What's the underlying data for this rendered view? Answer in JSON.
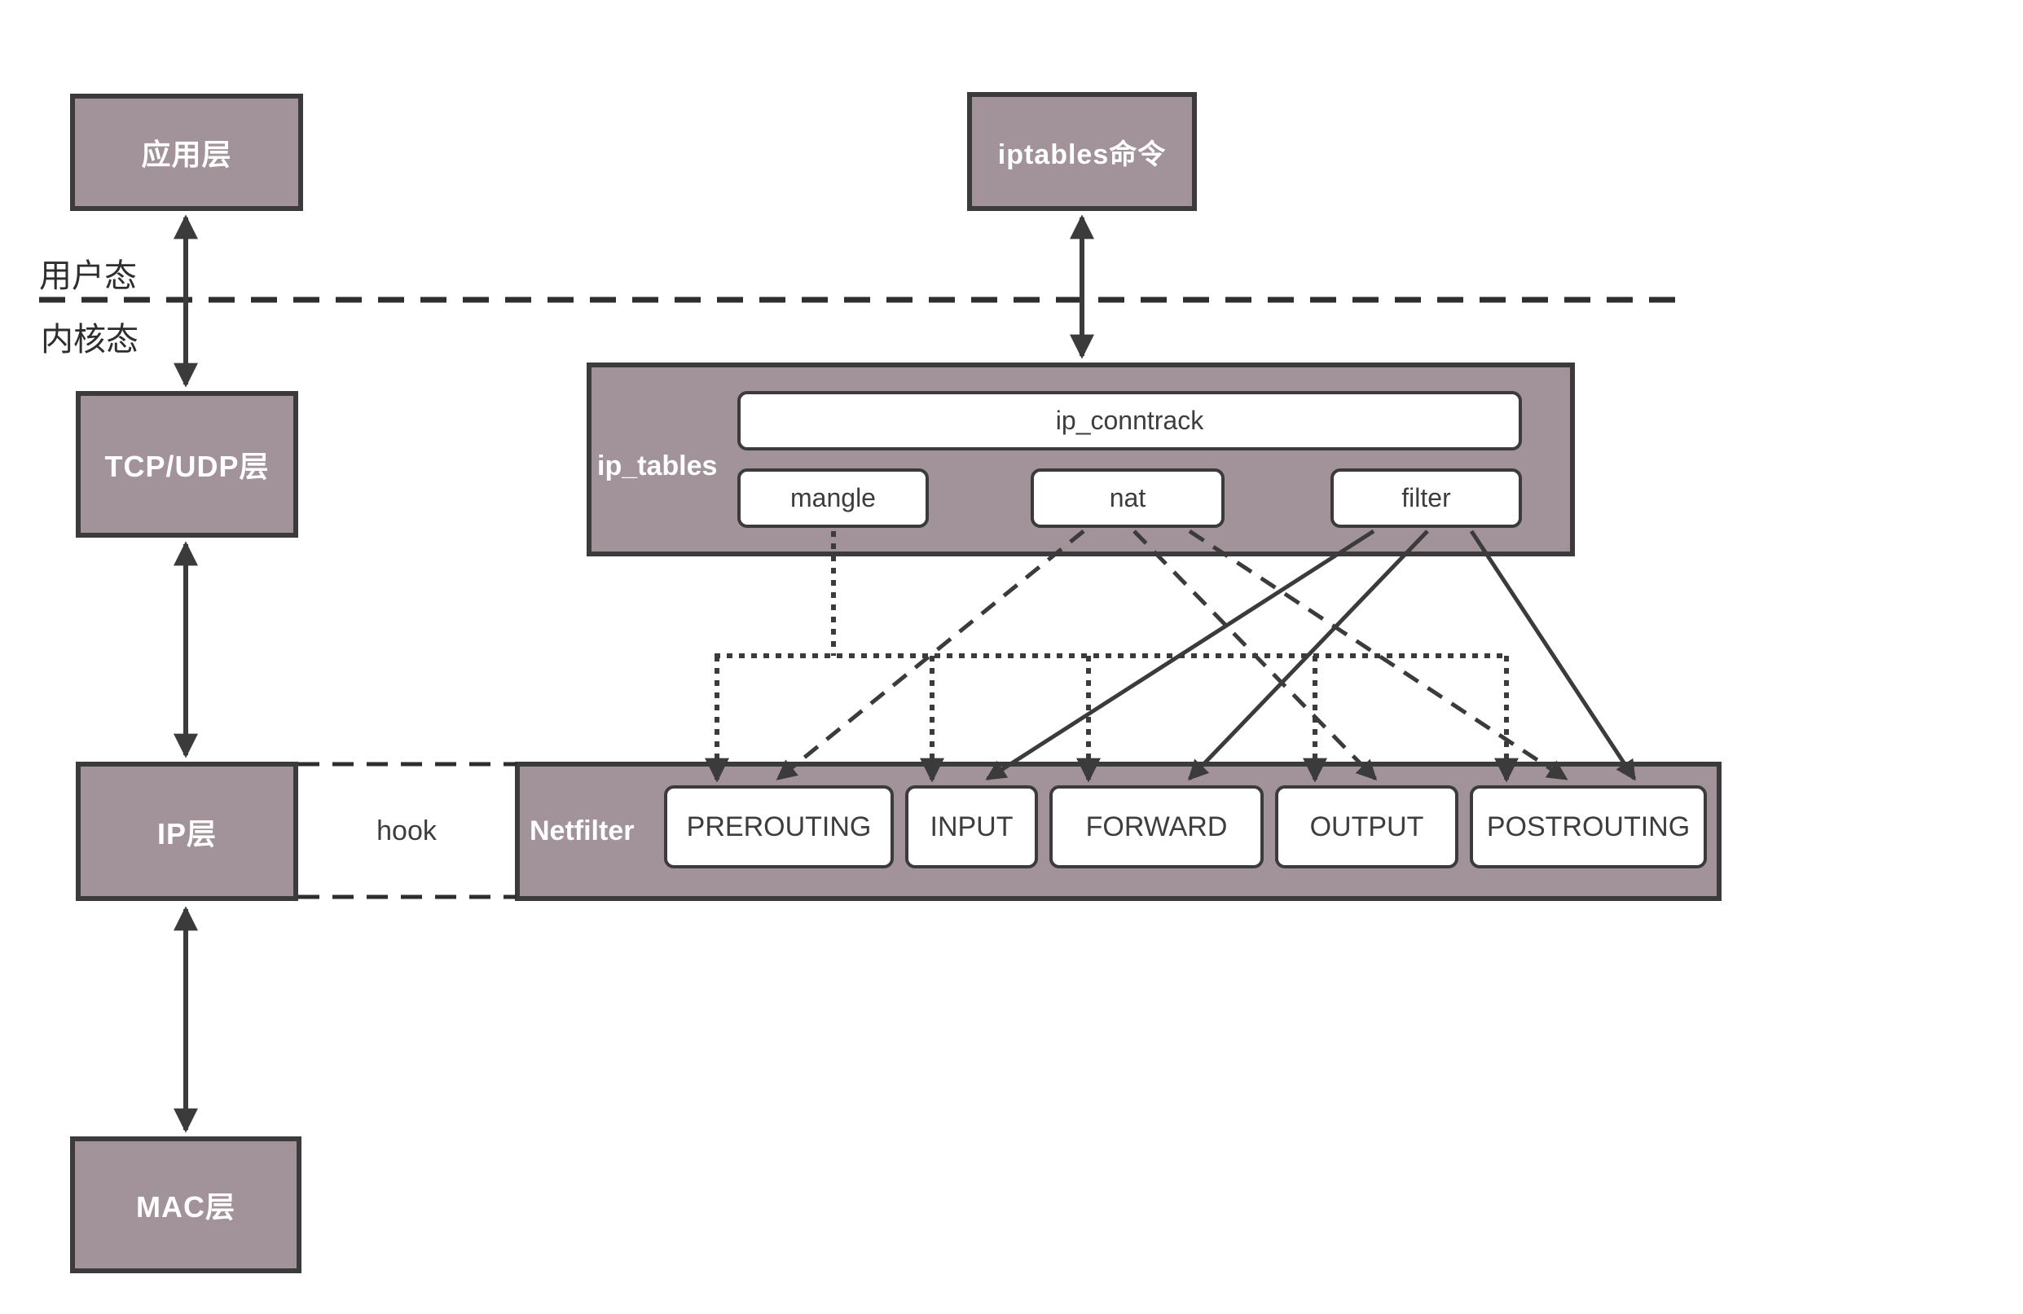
{
  "labels": {
    "user_mode": "用户态",
    "kernel_mode": "内核态",
    "hook": "hook"
  },
  "layers": {
    "app": "应用层",
    "tcp_udp": "TCP/UDP层",
    "ip": "IP层",
    "mac": "MAC层"
  },
  "iptables_command": "iptables命令",
  "ip_tables": {
    "label": "ip_tables",
    "conntrack": "ip_conntrack",
    "tables": [
      {
        "label": "mangle"
      },
      {
        "label": "nat"
      },
      {
        "label": "filter"
      }
    ]
  },
  "netfilter": {
    "label": "Netfilter",
    "chains": [
      {
        "label": "PREROUTING"
      },
      {
        "label": "INPUT"
      },
      {
        "label": "FORWARD"
      },
      {
        "label": "OUTPUT"
      },
      {
        "label": "POSTROUTING"
      }
    ]
  },
  "edges": [
    {
      "from": "应用层",
      "to": "TCP/UDP层",
      "style": "solid-double-arrow"
    },
    {
      "from": "TCP/UDP层",
      "to": "IP层",
      "style": "solid-double-arrow"
    },
    {
      "from": "IP层",
      "to": "MAC层",
      "style": "solid-double-arrow"
    },
    {
      "from": "iptables命令",
      "to": "ip_tables",
      "style": "solid-double-arrow"
    },
    {
      "from": "mangle",
      "to": [
        "PREROUTING",
        "INPUT",
        "FORWARD",
        "OUTPUT",
        "POSTROUTING"
      ],
      "style": "dotted"
    },
    {
      "from": "nat",
      "to": [
        "PREROUTING",
        "OUTPUT",
        "POSTROUTING"
      ],
      "style": "dashed"
    },
    {
      "from": "filter",
      "to": [
        "INPUT",
        "FORWARD",
        "POSTROUTING"
      ],
      "style": "solid"
    }
  ],
  "colors": {
    "box_fill": "#a29299",
    "box_border": "#3b3b3b",
    "line": "#3b3b3b",
    "white_box_fill": "#ffffff",
    "text_dark": "#3d3d3d",
    "text_light": "#ffffff",
    "background": "#ffffff"
  }
}
